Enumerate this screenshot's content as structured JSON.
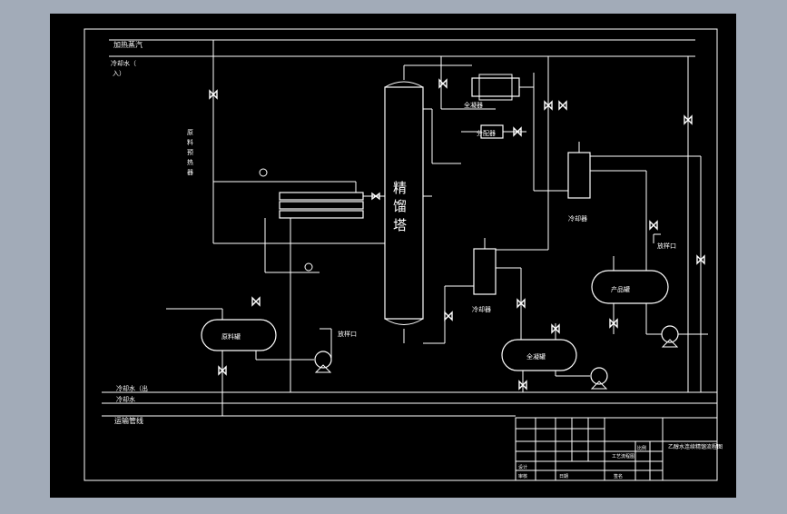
{
  "colors": {
    "frame_bg": "#a2abb8",
    "sheet_bg": "#000000",
    "line": "#ffffff"
  },
  "lines": {
    "heating_steam": "加热蒸汽",
    "cooling_water_in_1": "冷却水（",
    "cooling_water_in_2": "入）",
    "cooling_water_out": "冷却水（出",
    "cooling_water": "冷却水",
    "transport_pipe": "运输管线"
  },
  "equipment": {
    "column_c1": "精",
    "column_c2": "馏",
    "column_c3": "塔",
    "feed_preheater": [
      "原",
      "料",
      "预",
      "热",
      "器"
    ],
    "total_condenser": "全凝器",
    "reflux_splitter": "分配器",
    "cooler_right": "冷却器",
    "cooler_mid": "冷却器",
    "feed_tank": "原料罐",
    "product_tank": "产品罐",
    "condensate_tank": "全凝罐",
    "drain_1": "放样口",
    "drain_2": "放样口"
  },
  "title_block": {
    "drawing_title": "乙醇水连续精馏流程图",
    "scale_label": "比例",
    "flow_label": "工艺流程图",
    "designer_label": "设计",
    "review_label": "审核",
    "date_label": "日期",
    "sign_label": "签名"
  }
}
